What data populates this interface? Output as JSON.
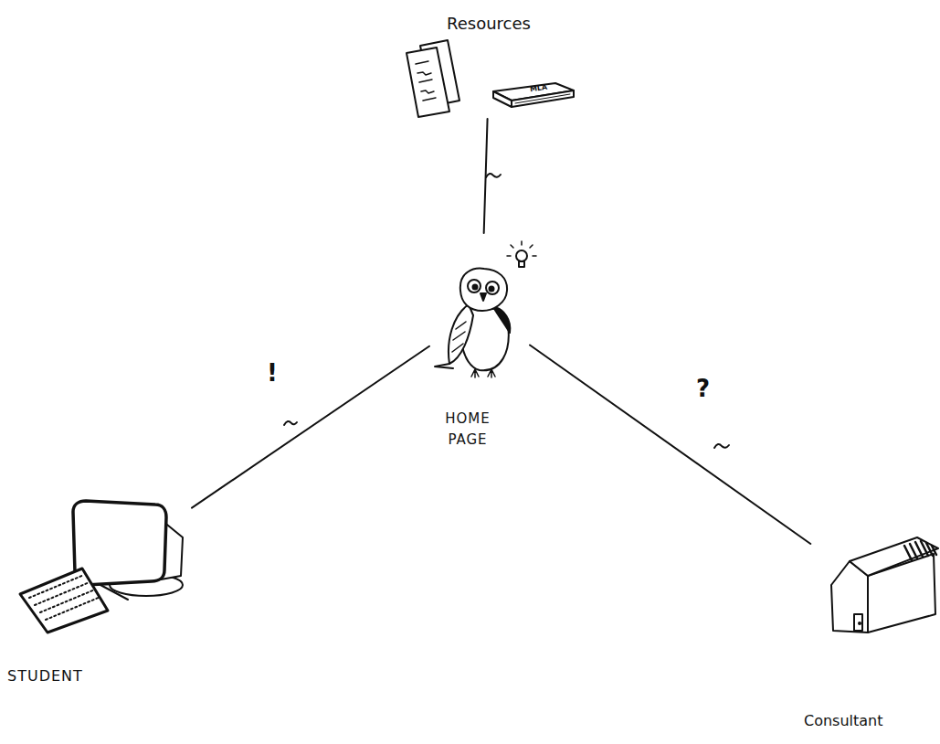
{
  "diagram": {
    "nodes": [
      {
        "text": [
          "Resources"
        ]
      },
      {
        "text": [
          "HOME PAGE"
        ]
      },
      {
        "text": [
          "STUDENT"
        ]
      },
      {
        "text": [
          "Consultant"
        ]
      }
    ],
    "edges": [
      {
        "from": 1,
        "to": 0,
        "arrow": "none"
      },
      {
        "from": 2,
        "to": 1,
        "arrow": "none",
        "label": "!"
      },
      {
        "from": 1,
        "to": 3,
        "arrow": "none",
        "label": "?"
      }
    ],
    "labels": [
      "MLA"
    ]
  }
}
